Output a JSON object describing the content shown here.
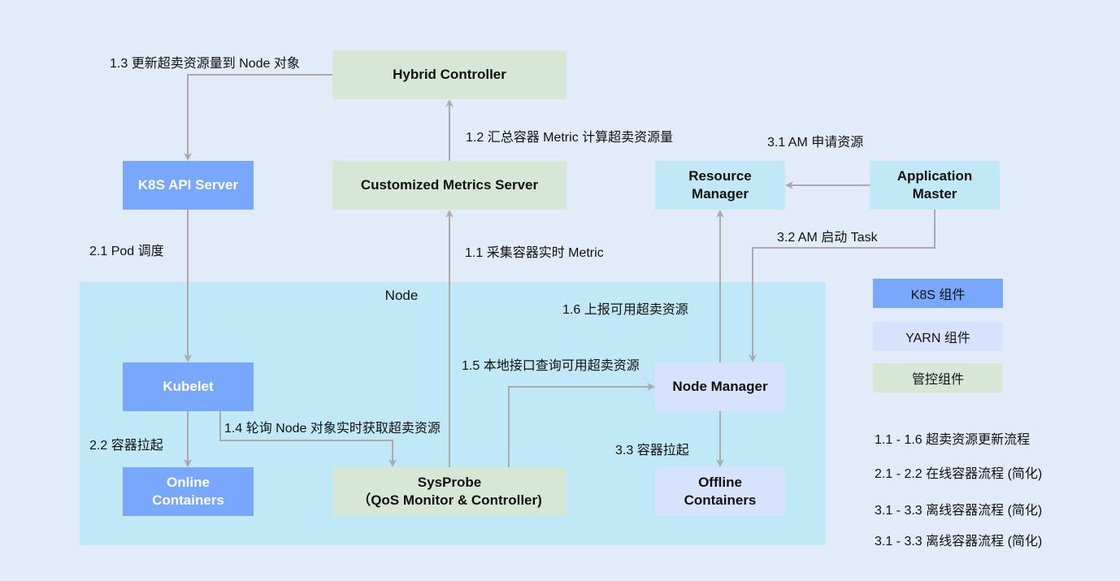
{
  "region": {
    "node": "Node"
  },
  "boxes": {
    "hybrid_controller": "Hybrid Controller",
    "k8s_api_server": "K8S API Server",
    "customized_metrics_server": "Customized Metrics Server",
    "resource_manager": [
      "Resource",
      "Manager"
    ],
    "application_master": [
      "Application",
      "Master"
    ],
    "kubelet": "Kubelet",
    "online_containers": [
      "Online",
      "Containers"
    ],
    "sysprobe": [
      "SysProbe",
      "（QoS Monitor & Controller)"
    ],
    "node_manager": "Node Manager",
    "offline_containers": [
      "Offline",
      "Containers"
    ]
  },
  "labels": {
    "l13": "1.3 更新超卖资源量到 Node 对象",
    "l12": "1.2 汇总容器 Metric 计算超卖资源量",
    "l31": "3.1 AM 申请资源",
    "l32": "3.2 AM 启动 Task",
    "l21": "2.1 Pod 调度",
    "l11": "1.1 采集容器实时 Metric",
    "l16": "1.6 上报可用超卖资源",
    "l15": "1.5 本地接口查询可用超卖资源",
    "l14": "1.4 轮询 Node 对象实时获取超卖资源",
    "l22": "2.2 容器拉起",
    "l33": "3.3 容器拉起"
  },
  "legend": {
    "k8s": "K8S 组件",
    "yarn": "YARN 组件",
    "ctrl": "管控组件"
  },
  "notes": [
    "1.1 - 1.6  超卖资源更新流程",
    "2.1 - 2.2  在线容器流程 (简化)",
    "3.1 - 3.3  离线容器流程 (简化)",
    "3.1 - 3.3  离线容器流程 (简化)"
  ],
  "colors": {
    "background": "#e2ebfa",
    "node_region": "#c0e8f7",
    "k8s": "#78a7fb",
    "yarn": "#d7e3fd",
    "ctrl": "#d6e8d5",
    "arrow": "#aaaaaa"
  }
}
